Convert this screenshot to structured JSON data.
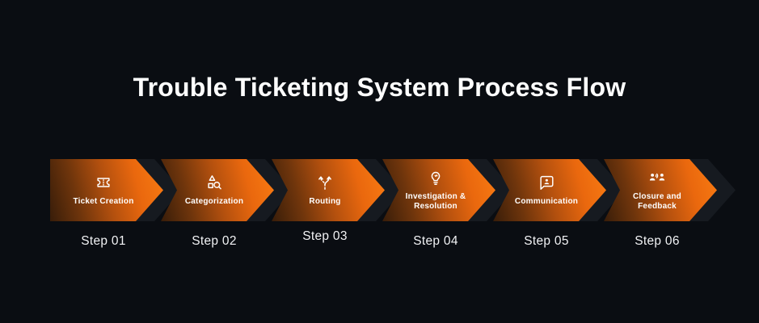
{
  "title": "Trouble Ticketing System Process Flow",
  "colors": {
    "background": "#0a0d12",
    "arrow_gradient_start": "#381d09",
    "arrow_gradient_end": "#f97c12",
    "arrow_shadow": "#161a20",
    "text": "#ffffff"
  },
  "steps": [
    {
      "icon": "ticket-icon",
      "label": "Ticket Creation",
      "step_label": "Step 01"
    },
    {
      "icon": "shapes-search-icon",
      "label": "Categorization",
      "step_label": "Step 02"
    },
    {
      "icon": "split-arrows-icon",
      "label": "Routing",
      "step_label": "Step 03"
    },
    {
      "icon": "lightbulb-icon",
      "label": "Investigation & Resolution",
      "step_label": "Step 04"
    },
    {
      "icon": "chat-person-icon",
      "label": "Communication",
      "step_label": "Step 05"
    },
    {
      "icon": "people-feedback-icon",
      "label": "Closure and Feedback",
      "step_label": "Step 06"
    }
  ]
}
